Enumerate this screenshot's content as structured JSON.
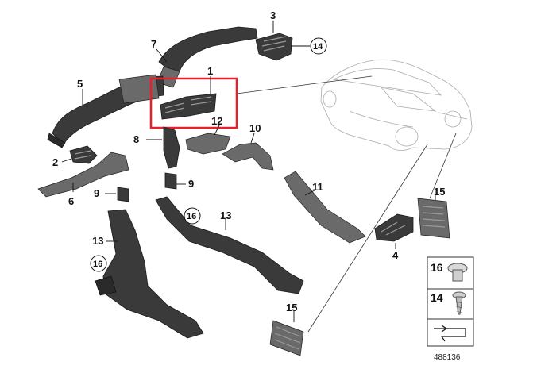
{
  "diagram": {
    "part_numbers": [
      "1",
      "2",
      "3",
      "4",
      "5",
      "6",
      "7",
      "8",
      "9",
      "9",
      "10",
      "11",
      "12",
      "13",
      "13",
      "15",
      "15"
    ],
    "circled_numbers": [
      "14",
      "16",
      "16"
    ],
    "legend": [
      {
        "number": "16",
        "icon": "push-rivet-icon"
      },
      {
        "number": "14",
        "icon": "screw-icon"
      },
      {
        "number": "",
        "icon": "assembly-flip-icon"
      }
    ],
    "diagram_number": "488136",
    "colors": {
      "highlight_box": "#e8202a",
      "parts": "#3a3a3a",
      "car_outline": "#aaaaaa"
    }
  }
}
